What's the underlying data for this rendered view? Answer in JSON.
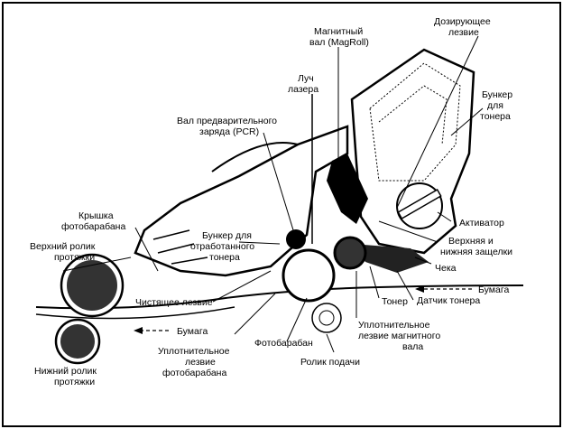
{
  "labels": {
    "magroll_1": "Магнитный",
    "magroll_2": "вал (MagRoll)",
    "doctor_blade_1": "Дозирующее",
    "doctor_blade_2": "лезвие",
    "laser_1": "Луч",
    "laser_2": "лазера",
    "toner_hopper_1": "Бункер",
    "toner_hopper_2": "для",
    "toner_hopper_3": "тонера",
    "pcr_1": "Вал предварительного",
    "pcr_2": "заряда (PCR)",
    "drum_cover_1": "Крышка",
    "drum_cover_2": "фотобарабана",
    "upper_roller_1": "Верхний ролик",
    "upper_roller_2": "протяжки",
    "waste_hopper_1": "Бункер для",
    "waste_hopper_2": "отработанного",
    "waste_hopper_3": "тонера",
    "activator": "Активатор",
    "latches_1": "Верхняя и",
    "latches_2": "нижняя защелки",
    "seal": "Чека",
    "paper_right": "Бумага",
    "wiper_blade": "Чистящее лезвие",
    "toner": "Тонер",
    "toner_sensor": "Датчик тонера",
    "paper_left": "Бумага",
    "drum_seal_1": "Уплотнительное",
    "drum_seal_2": "лезвие",
    "drum_seal_3": "фотобарабана",
    "drum": "Фотобарабан",
    "mag_seal_1": "Уплотнительное",
    "mag_seal_2": "лезвие магнитного",
    "mag_seal_3": "вала",
    "lower_roller_1": "Нижний ролик",
    "lower_roller_2": "протяжки",
    "feed_roller": "Ролик подачи"
  }
}
